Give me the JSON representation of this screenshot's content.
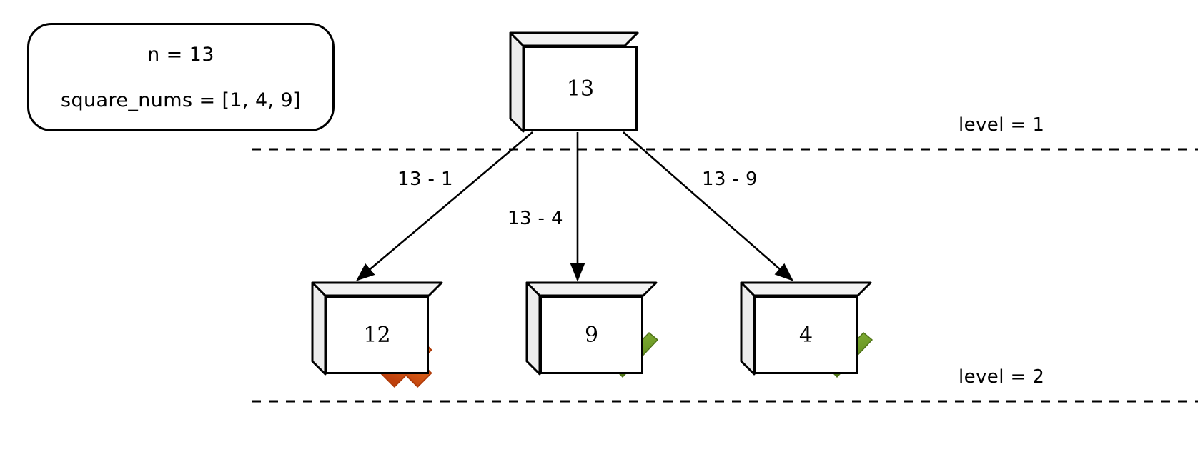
{
  "diagram": {
    "title_legend": {
      "line1": "n = 13",
      "line2": "square_nums = [1, 4, 9]"
    },
    "root": {
      "label": "13",
      "level": 1
    },
    "children": [
      {
        "label": "12",
        "status": "cross",
        "edge_label": "13 - 1"
      },
      {
        "label": "9",
        "status": "check",
        "edge_label": "13 - 4"
      },
      {
        "label": "4",
        "status": "check",
        "edge_label": "13 - 9"
      }
    ],
    "levels": [
      {
        "label": "level = 1"
      },
      {
        "label": "level = 2"
      }
    ],
    "colors": {
      "box_face": "#ffffff",
      "box_shade": "#ececec",
      "box_top": "#f2f2f2",
      "outline": "#000000",
      "check_green": "#6f9c28",
      "check_green_dark": "#5d8420",
      "cross_orange": "#e2681b",
      "cross_orange_dark": "#c4480f",
      "dashed_line": "#000000"
    },
    "icons": {
      "cross": "cross-mark-icon",
      "check": "check-mark-icon"
    }
  }
}
